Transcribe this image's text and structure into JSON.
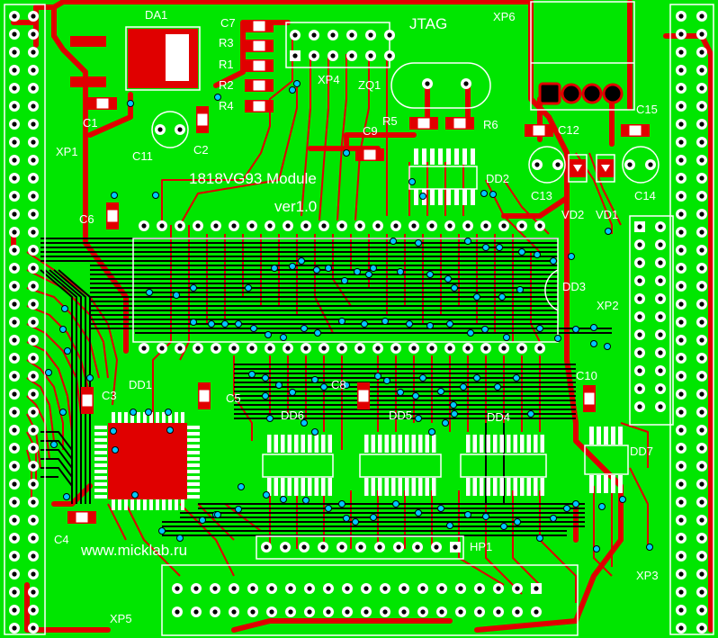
{
  "board": {
    "title": "1818VG93 Module",
    "version": "ver1.0",
    "website": "www.micklab.ru",
    "colors": {
      "copper_bottom": "#00e600",
      "trace_top": "#e00000",
      "trace_bottom": "#000000",
      "silkscreen": "#ffffff",
      "via_fill": "#00c8ff"
    }
  },
  "labels": {
    "DA1": "DA1",
    "C7": "C7",
    "R3": "R3",
    "R1": "R1",
    "R2": "R2",
    "R4": "R4",
    "JTAG": "JTAG",
    "XP6": "XP6",
    "XP4": "XP4",
    "ZQ1": "ZQ1",
    "C1": "C1",
    "C2": "C2",
    "C11": "C11",
    "C9": "C9",
    "R5": "R5",
    "R6": "R6",
    "C12": "C12",
    "C15": "C15",
    "DD2": "DD2",
    "C13": "C13",
    "C14": "C14",
    "VD2": "VD2",
    "VD1": "VD1",
    "XP1": "XP1",
    "C6": "C6",
    "XP2": "XP2",
    "DD3": "DD3",
    "DD1": "DD1",
    "C3": "C3",
    "C5": "C5",
    "C8": "C8",
    "C10": "C10",
    "DD6": "DD6",
    "DD5": "DD5",
    "DD4": "DD4",
    "DD7": "DD7",
    "C4": "C4",
    "HP1": "HP1",
    "XP3": "XP3",
    "XP5": "XP5"
  }
}
